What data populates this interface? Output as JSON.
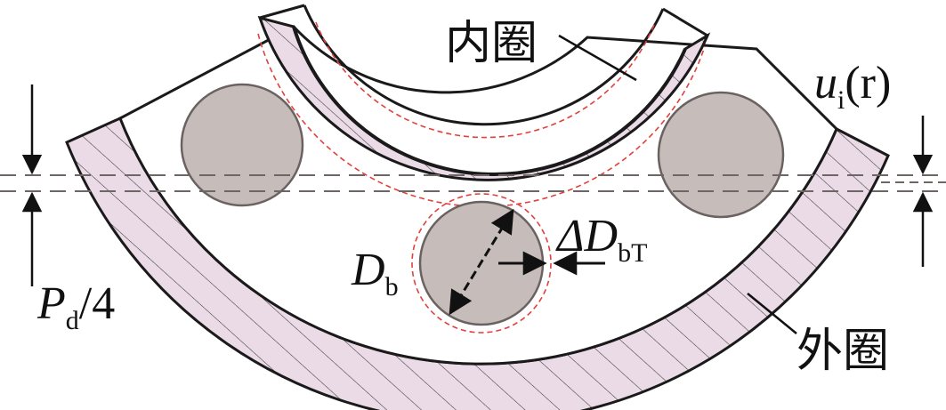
{
  "colors": {
    "ring_fill": "#eadbe7",
    "ball_fill": "#c6bdbb",
    "outline": "#1a1a1a",
    "red_dash": "#e0413c",
    "dash_line": "#6e6565",
    "hatch": "#3a3a3a"
  },
  "labels": {
    "inner_ring": "内圈",
    "outer_ring": "外圈",
    "clearance": {
      "main": "P",
      "sub": "d",
      "suffix": "/4"
    },
    "inner_disp": {
      "main": "u",
      "sub": "i",
      "suffix": "(r)"
    },
    "ball_diameter": {
      "main": "D",
      "sub": "b"
    },
    "ball_expansion": {
      "main": "ΔD",
      "sub": "bT"
    }
  },
  "icons": {
    "arrow": "arrow-icon",
    "double_arrow": "double-arrow-icon"
  }
}
